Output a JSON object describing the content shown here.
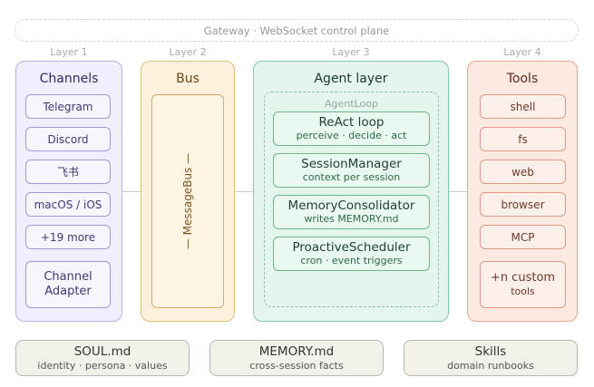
{
  "gateway": {
    "label": "Gateway · WebSocket control plane"
  },
  "layers": [
    "Layer 1",
    "Layer 2",
    "Layer 3",
    "Layer 4"
  ],
  "channels": {
    "title": "Channels",
    "items": [
      "Telegram",
      "Discord",
      "飞书",
      "macOS / iOS",
      "+19 more"
    ],
    "adapter": {
      "line1": "Channel",
      "line2": "Adapter"
    }
  },
  "bus": {
    "title": "Bus",
    "inner": "— MessageBus —"
  },
  "agent": {
    "title": "Agent layer",
    "loop_label": "AgentLoop",
    "items": [
      {
        "title": "ReAct loop",
        "subtitle": "perceive · decide · act"
      },
      {
        "title": "SessionManager",
        "subtitle": "context per session"
      },
      {
        "title": "MemoryConsolidator",
        "subtitle": "writes MEMORY.md"
      },
      {
        "title": "ProactiveScheduler",
        "subtitle": "cron · event triggers"
      }
    ]
  },
  "tools": {
    "title": "Tools",
    "items": [
      "shell",
      "fs",
      "web",
      "browser",
      "MCP"
    ],
    "custom": {
      "line1": "+n custom",
      "line2": "tools"
    }
  },
  "bottom": [
    {
      "title": "SOUL.md",
      "subtitle": "identity · persona · values"
    },
    {
      "title": "MEMORY.md",
      "subtitle": "cross-session facts"
    },
    {
      "title": "Skills",
      "subtitle": "domain runbooks"
    }
  ],
  "colors": {
    "channels": "#f0efff",
    "bus": "#fcf1dd",
    "agent": "#e3f5ec",
    "tools": "#fce9e2",
    "shared": "#f1f1ea"
  }
}
